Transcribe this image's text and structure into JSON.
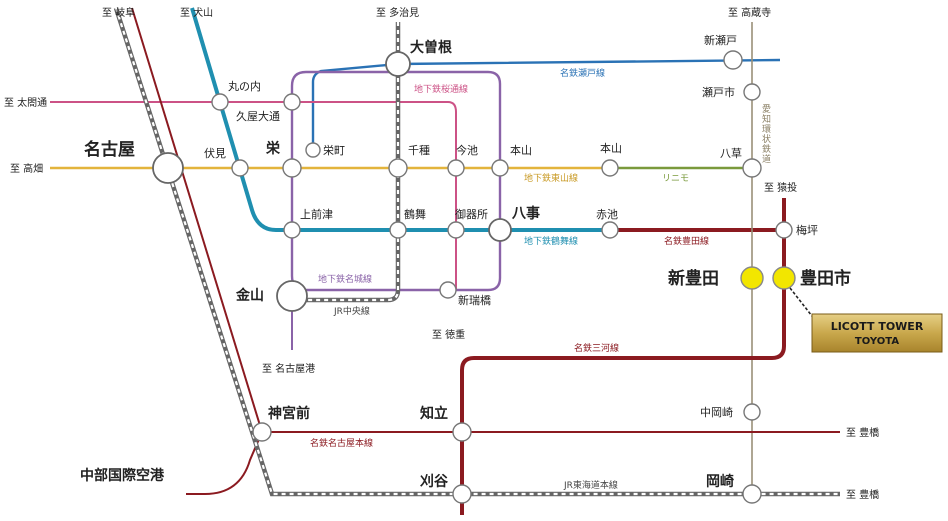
{
  "map": {
    "destinations": {
      "gifu": "至 岐阜",
      "inuyama": "至 犬山",
      "tajimi": "至 多治見",
      "kozoji": "至 高蔵寺",
      "taikotori": "至 太閤通",
      "takabata": "至 高畑",
      "sanage": "至 猿投",
      "tokushige": "至 徳重",
      "nagoyako": "至 名古屋港",
      "toyohashi1": "至 豊橋",
      "toyohashi2": "至 豊橋"
    },
    "stations": {
      "nagoya": "名古屋",
      "ozone": "大曽根",
      "shinseto": "新瀬戸",
      "setoshi": "瀬戸市",
      "marunouchi": "丸の内",
      "hisayaodori": "久屋大通",
      "fushimi": "伏見",
      "sakae": "栄",
      "sakaemachi": "栄町",
      "chikusa": "千種",
      "imaike": "今池",
      "motoyama": "本山",
      "hongo": "本山",
      "yagusa": "八草",
      "kamimaezu": "上前津",
      "tsurumai": "鶴舞",
      "gokisho": "御器所",
      "yagoto": "八事",
      "akaike": "赤池",
      "umetsubo": "梅坪",
      "shintoyota": "新豊田",
      "toyotashi": "豊田市",
      "kanayama": "金山",
      "shinmizuho": "新瑞橋",
      "jingumae": "神宮前",
      "chiryu": "知立",
      "nakaokazaki": "中岡崎",
      "centrair": "中部国際空港",
      "kariya": "刈谷",
      "okazaki": "岡崎"
    },
    "lines": {
      "meitetsu_seto": "名鉄瀬戸線",
      "sakuradori": "地下鉄桜通線",
      "higashiyama": "地下鉄東山線",
      "linimo": "リニモ",
      "tsurumai": "地下鉄鶴舞線",
      "toyota": "名鉄豊田線",
      "meijo": "地下鉄名城線",
      "jr_chuo": "JR中央線",
      "mikawa": "名鉄三河線",
      "meitetsu_nagoya": "名鉄名古屋本線",
      "jr_tokaido": "JR東海道本線",
      "aichi_kanjo": "愛知環状鉄道"
    },
    "property": {
      "line1": "LICOTT TOWER",
      "line2": "TOYOTA"
    },
    "colors": {
      "higashiyama": "#e3b43c",
      "meijo": "#8a63a8",
      "tsurumai": "#1f8fb0",
      "sakuradori": "#cc5286",
      "meitetsu": "#8b1a20",
      "meitetsu_seto": "#2a72b5",
      "linimo": "#7a9a3c",
      "aichi_kanjo": "#9a9078",
      "jr": "#777777",
      "highlight": "#f2e600",
      "property_box": "#c9a84c"
    }
  }
}
